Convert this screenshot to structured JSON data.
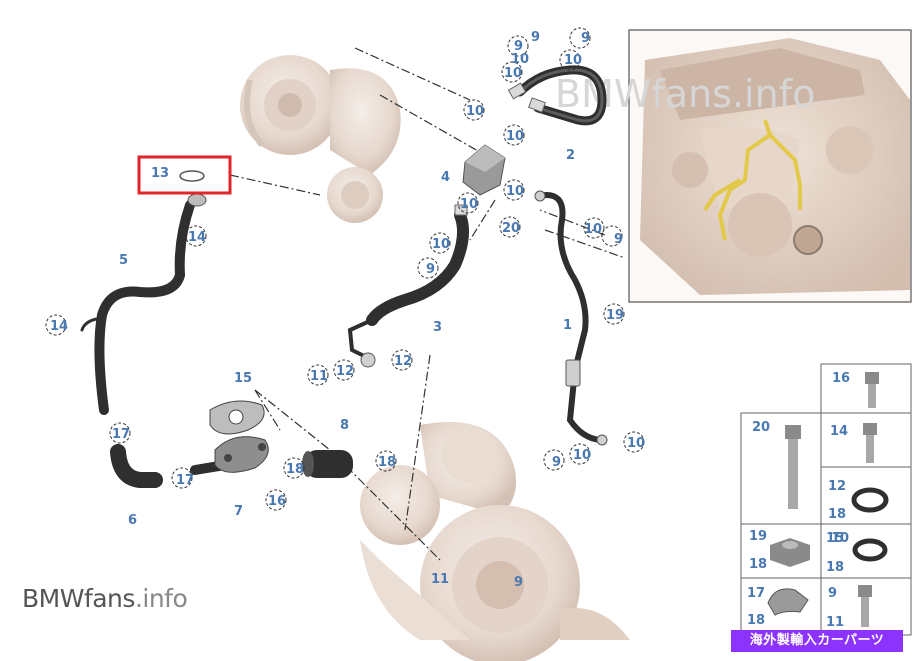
{
  "watermarks": {
    "inset": "BMWfans.info",
    "main_brand": "BMWfans",
    "main_tld": ".info"
  },
  "badge": "海外製輸入カーパーツ",
  "highlight_label": "13",
  "labels": {
    "l1": "1",
    "l2": "2",
    "l3": "3",
    "l4": "4",
    "l5": "5",
    "l6": "6",
    "l7": "7",
    "l8": "8",
    "l9_top": "9",
    "l9_topr": "9",
    "l9_mid": "9",
    "l9_right": "9",
    "l9_bot": "9",
    "l9_turbo": "9",
    "l10_a": "10",
    "l10_b": "10",
    "l10_c": "10",
    "l10_d": "10",
    "l10_e": "10",
    "l10_f": "10",
    "l10_g": "10",
    "l10_h": "10",
    "l10_i": "10",
    "l10_j": "10",
    "l11_a": "11",
    "l11_b": "11",
    "l12_a": "12",
    "l12_b": "12",
    "l14_a": "14",
    "l14_b": "14",
    "l15": "15",
    "l16": "16",
    "l17_a": "17",
    "l17_b": "17",
    "l18_a": "18",
    "l18_b": "18",
    "l19": "19",
    "l20": "20"
  },
  "legend": {
    "c16": "16",
    "c20": "20",
    "c14": "14",
    "c12": "12",
    "c18a": "18",
    "c19": "19",
    "c18b": "18",
    "c15": "15",
    "c10": "10",
    "c18c": "18",
    "c17": "17",
    "c18d": "18",
    "c9": "9",
    "c11": "11"
  }
}
